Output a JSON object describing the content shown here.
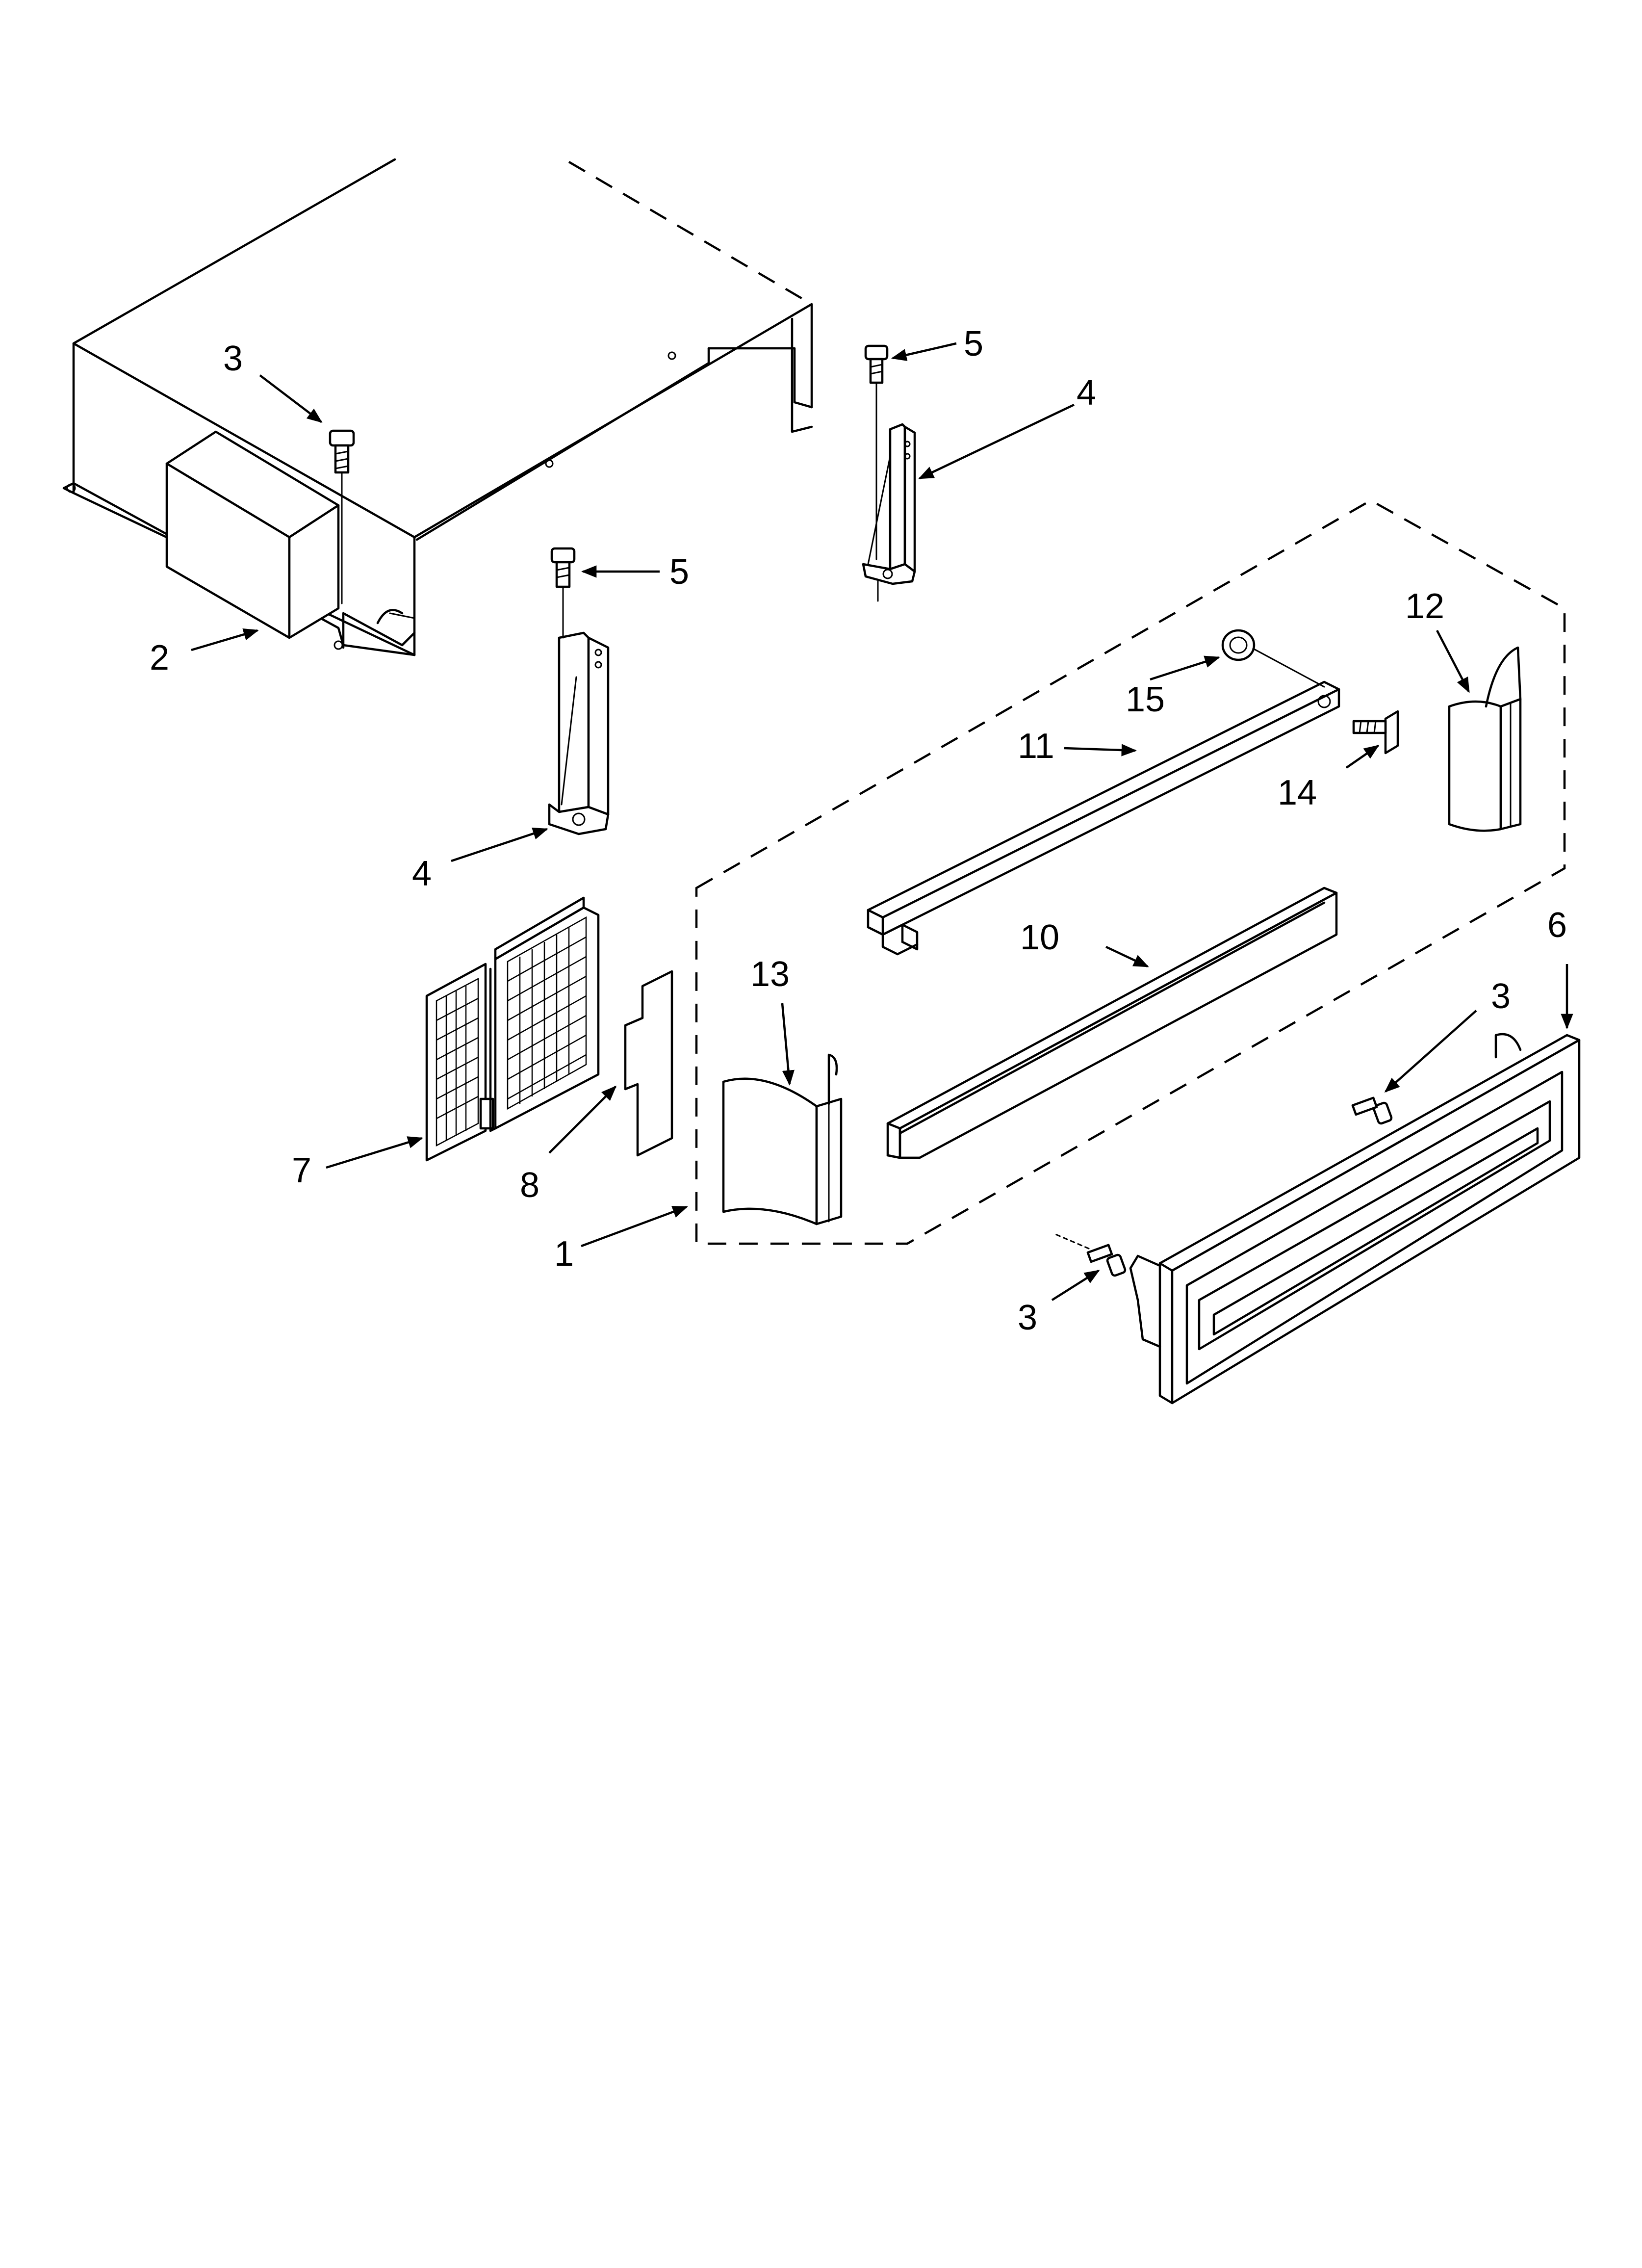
{
  "diagram": {
    "type": "exploded-parts-diagram",
    "callouts": {
      "c1": "1",
      "c2": "2",
      "c3_top": "3",
      "c3_right": "3",
      "c3_bottom": "3",
      "c4_left": "4",
      "c4_right": "4",
      "c5_left": "5",
      "c5_right": "5",
      "c6": "6",
      "c7": "7",
      "c8": "8",
      "c10": "10",
      "c11": "11",
      "c12": "12",
      "c13": "13",
      "c14": "14",
      "c15": "15"
    }
  }
}
